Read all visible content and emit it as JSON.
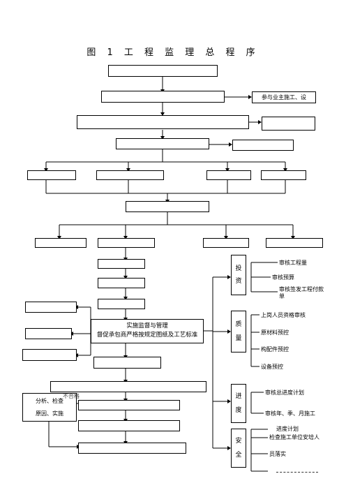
{
  "title": "图 1 工 程 监 理 总 程 序",
  "boxes": {
    "b1": "",
    "b2": "",
    "b2r": "参与业主施工、设",
    "b3": "",
    "b3r": "",
    "b4": "",
    "b4r": "",
    "b5a": "",
    "b5b": "",
    "b5c": "",
    "b5d": "",
    "b6": "",
    "b7a": "",
    "b7b": "",
    "b7c": "",
    "b7d": "",
    "c1": "",
    "c2": "",
    "c3": "",
    "l1": "",
    "l2": "",
    "l3": "",
    "main_line1": "实施监督与管理",
    "main_line2": "督促承包商严格按规定图纸及工艺标准",
    "c4": "",
    "c5": "",
    "anal_line1": "分析、检查",
    "anal_line2": "原因、实施",
    "c6": "",
    "c7": "",
    "c8": ""
  },
  "labels": {
    "unqualified": "不合格"
  },
  "categories": [
    {
      "name_top": "投",
      "name_bottom": "资",
      "items": [
        "审核工程量",
        "审核预算",
        "审核签发工程付款单"
      ]
    },
    {
      "name_top": "质",
      "name_bottom": "量",
      "items": [
        "上岗人员资格审核",
        "原材料预控",
        "构配件预控",
        "设备预控"
      ]
    },
    {
      "name_top": "进",
      "name_bottom": "度",
      "items": [
        "审核总进度计划",
        "审核年、季、月施工"
      ]
    },
    {
      "name_top": "安",
      "name_bottom": "全",
      "items": [
        "进度计划",
        "检查施工单位安培人",
        "员落实",
        ""
      ]
    }
  ]
}
